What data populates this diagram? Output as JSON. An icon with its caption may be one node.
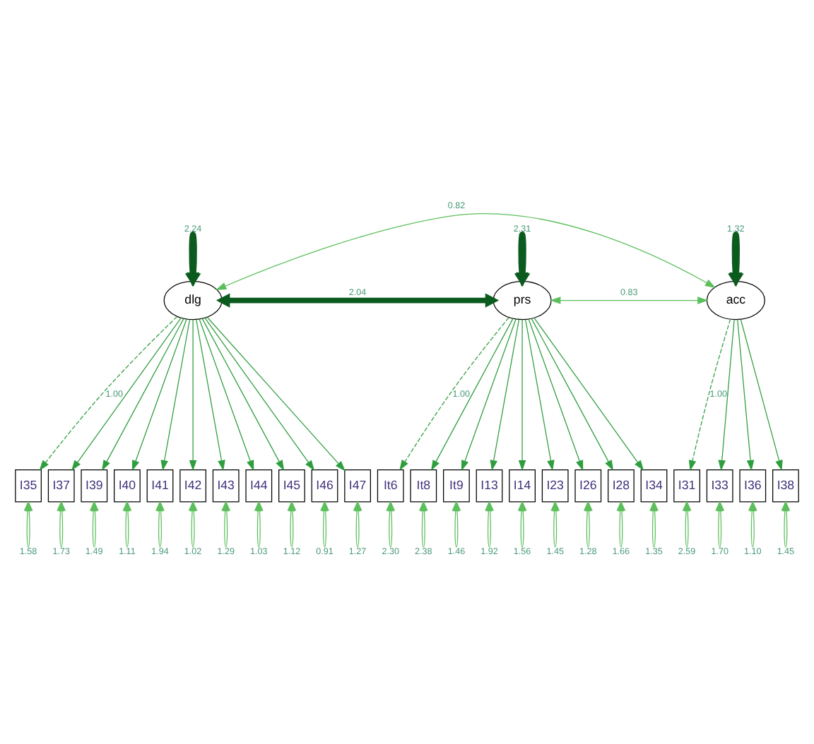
{
  "diagram": {
    "nodes": [
      {
        "text": [
          "dlg"
        ]
      },
      {
        "text": [
          "prs"
        ]
      },
      {
        "text": [
          "acc"
        ]
      },
      {
        "text": [
          "I35"
        ]
      },
      {
        "text": [
          "I37"
        ]
      },
      {
        "text": [
          "I39"
        ]
      },
      {
        "text": [
          "I40"
        ]
      },
      {
        "text": [
          "I41"
        ]
      },
      {
        "text": [
          "I42"
        ]
      },
      {
        "text": [
          "I43"
        ]
      },
      {
        "text": [
          "I44"
        ]
      },
      {
        "text": [
          "I45"
        ]
      },
      {
        "text": [
          "I46"
        ]
      },
      {
        "text": [
          "I47"
        ]
      },
      {
        "text": [
          "It6"
        ]
      },
      {
        "text": [
          "It8"
        ]
      },
      {
        "text": [
          "It9"
        ]
      },
      {
        "text": [
          "I13"
        ]
      },
      {
        "text": [
          "I14"
        ]
      },
      {
        "text": [
          "I23"
        ]
      },
      {
        "text": [
          "I26"
        ]
      },
      {
        "text": [
          "I28"
        ]
      },
      {
        "text": [
          "I34"
        ]
      },
      {
        "text": [
          "I31"
        ]
      },
      {
        "text": [
          "I33"
        ]
      },
      {
        "text": [
          "I36"
        ]
      },
      {
        "text": [
          "I38"
        ]
      }
    ],
    "edges": [
      {
        "from": 0,
        "to": 0,
        "arrow": "both",
        "label": "2.24",
        "style": "thick",
        "color": "#0b5a1e"
      },
      {
        "from": 1,
        "to": 1,
        "arrow": "both",
        "label": "2.31",
        "style": "thick",
        "color": "#0b5a1e"
      },
      {
        "from": 2,
        "to": 2,
        "arrow": "both",
        "label": "1.32",
        "style": "thick",
        "color": "#0b5a1e"
      },
      {
        "from": 0,
        "to": 1,
        "arrow": "both",
        "label": "2.04",
        "style": "thick",
        "color": "#0b5a1e"
      },
      {
        "from": 0,
        "to": 2,
        "arrow": "both",
        "label": "0.82",
        "color": "#5cbf5c"
      },
      {
        "from": 1,
        "to": 2,
        "arrow": "both",
        "label": "0.83",
        "color": "#5cbf5c"
      },
      {
        "from": 0,
        "to": 3,
        "arrow": "to",
        "label": "1.00",
        "style": "dashed"
      },
      {
        "from": 0,
        "to": 4,
        "arrow": "to"
      },
      {
        "from": 0,
        "to": 5,
        "arrow": "to"
      },
      {
        "from": 0,
        "to": 6,
        "arrow": "to"
      },
      {
        "from": 0,
        "to": 7,
        "arrow": "to"
      },
      {
        "from": 0,
        "to": 8,
        "arrow": "to"
      },
      {
        "from": 0,
        "to": 9,
        "arrow": "to"
      },
      {
        "from": 0,
        "to": 10,
        "arrow": "to"
      },
      {
        "from": 0,
        "to": 11,
        "arrow": "to"
      },
      {
        "from": 0,
        "to": 12,
        "arrow": "to"
      },
      {
        "from": 0,
        "to": 13,
        "arrow": "to"
      },
      {
        "from": 1,
        "to": 14,
        "arrow": "to",
        "label": "1.00",
        "style": "dashed"
      },
      {
        "from": 1,
        "to": 15,
        "arrow": "to"
      },
      {
        "from": 1,
        "to": 16,
        "arrow": "to"
      },
      {
        "from": 1,
        "to": 17,
        "arrow": "to"
      },
      {
        "from": 1,
        "to": 18,
        "arrow": "to"
      },
      {
        "from": 1,
        "to": 19,
        "arrow": "to"
      },
      {
        "from": 1,
        "to": 20,
        "arrow": "to"
      },
      {
        "from": 1,
        "to": 21,
        "arrow": "to"
      },
      {
        "from": 1,
        "to": 22,
        "arrow": "to"
      },
      {
        "from": 2,
        "to": 23,
        "arrow": "to",
        "label": "1.00",
        "style": "dashed"
      },
      {
        "from": 2,
        "to": 24,
        "arrow": "to"
      },
      {
        "from": 2,
        "to": 25,
        "arrow": "to"
      },
      {
        "from": 2,
        "to": 26,
        "arrow": "to"
      },
      {
        "from": 3,
        "to": 3,
        "arrow": "both",
        "label": "1.58",
        "color": "#5cbf5c"
      },
      {
        "from": 4,
        "to": 4,
        "arrow": "both",
        "label": "1.73",
        "color": "#5cbf5c"
      },
      {
        "from": 5,
        "to": 5,
        "arrow": "both",
        "label": "1.49",
        "color": "#5cbf5c"
      },
      {
        "from": 6,
        "to": 6,
        "arrow": "both",
        "label": "1.11",
        "color": "#5cbf5c"
      },
      {
        "from": 7,
        "to": 7,
        "arrow": "both",
        "label": "1.94",
        "color": "#5cbf5c"
      },
      {
        "from": 8,
        "to": 8,
        "arrow": "both",
        "label": "1.02",
        "color": "#5cbf5c"
      },
      {
        "from": 9,
        "to": 9,
        "arrow": "both",
        "label": "1.29",
        "color": "#5cbf5c"
      },
      {
        "from": 10,
        "to": 10,
        "arrow": "both",
        "label": "1.03",
        "color": "#5cbf5c"
      },
      {
        "from": 11,
        "to": 11,
        "arrow": "both",
        "label": "1.12",
        "color": "#5cbf5c"
      },
      {
        "from": 12,
        "to": 12,
        "arrow": "both",
        "label": "0.91",
        "color": "#5cbf5c"
      },
      {
        "from": 13,
        "to": 13,
        "arrow": "both",
        "label": "1.27",
        "color": "#5cbf5c"
      },
      {
        "from": 14,
        "to": 14,
        "arrow": "both",
        "label": "2.30",
        "color": "#5cbf5c"
      },
      {
        "from": 15,
        "to": 15,
        "arrow": "both",
        "label": "2.38",
        "color": "#5cbf5c"
      },
      {
        "from": 16,
        "to": 16,
        "arrow": "both",
        "label": "1.46",
        "color": "#5cbf5c"
      },
      {
        "from": 17,
        "to": 17,
        "arrow": "both",
        "label": "1.92",
        "color": "#5cbf5c"
      },
      {
        "from": 18,
        "to": 18,
        "arrow": "both",
        "label": "1.56",
        "color": "#5cbf5c"
      },
      {
        "from": 19,
        "to": 19,
        "arrow": "both",
        "label": "1.45",
        "color": "#5cbf5c"
      },
      {
        "from": 20,
        "to": 20,
        "arrow": "both",
        "label": "1.28",
        "color": "#5cbf5c"
      },
      {
        "from": 21,
        "to": 21,
        "arrow": "both",
        "label": "1.66",
        "color": "#5cbf5c"
      },
      {
        "from": 22,
        "to": 22,
        "arrow": "both",
        "label": "1.35",
        "color": "#5cbf5c"
      },
      {
        "from": 23,
        "to": 23,
        "arrow": "both",
        "label": "2.59",
        "color": "#5cbf5c"
      },
      {
        "from": 24,
        "to": 24,
        "arrow": "both",
        "label": "1.70",
        "color": "#5cbf5c"
      },
      {
        "from": 25,
        "to": 25,
        "arrow": "both",
        "label": "1.10",
        "color": "#5cbf5c"
      },
      {
        "from": 26,
        "to": 26,
        "arrow": "both",
        "label": "1.45",
        "color": "#5cbf5c"
      }
    ]
  }
}
